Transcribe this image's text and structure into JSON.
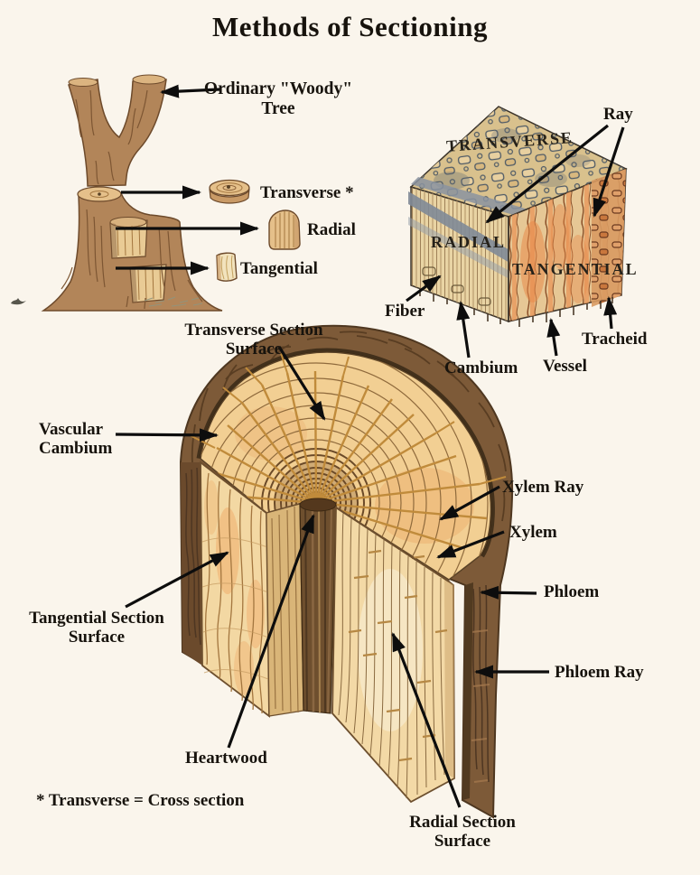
{
  "title": "Methods of Sectioning",
  "footnote": "* Transverse = Cross section",
  "colors": {
    "background": "#faf5ec",
    "text": "#17130d",
    "bark_brown": "#7d5a38",
    "bark_dark": "#42301b",
    "wood_tan": "#f2cf93",
    "ray_gold": "#c08b3b",
    "orange": "#e8995c",
    "cube_gray": "#5a6673",
    "arrow_black": "#0d0d0d"
  },
  "tree": {
    "ordinary_line1": "Ordinary \"Woody\"",
    "ordinary_line2": "Tree",
    "transverse": "Transverse *",
    "radial": "Radial",
    "tangential": "Tangential"
  },
  "cube": {
    "top_face": "TRANSVERSE",
    "left_face": "RADIAL",
    "right_face": "TANGENTIAL",
    "ray": "Ray",
    "fiber": "Fiber",
    "cambium": "Cambium",
    "vessel": "Vessel",
    "tracheid": "Tracheid"
  },
  "log": {
    "transverse_surface_1": "Transverse Section",
    "transverse_surface_2": "Surface",
    "vascular_1": "Vascular",
    "vascular_2": "Cambium",
    "xylem_ray": "Xylem Ray",
    "xylem": "Xylem",
    "phloem": "Phloem",
    "phloem_ray": "Phloem Ray",
    "tangential_surface_1": "Tangential Section",
    "tangential_surface_2": "Surface",
    "heartwood": "Heartwood",
    "radial_surface_1": "Radial Section",
    "radial_surface_2": "Surface"
  }
}
